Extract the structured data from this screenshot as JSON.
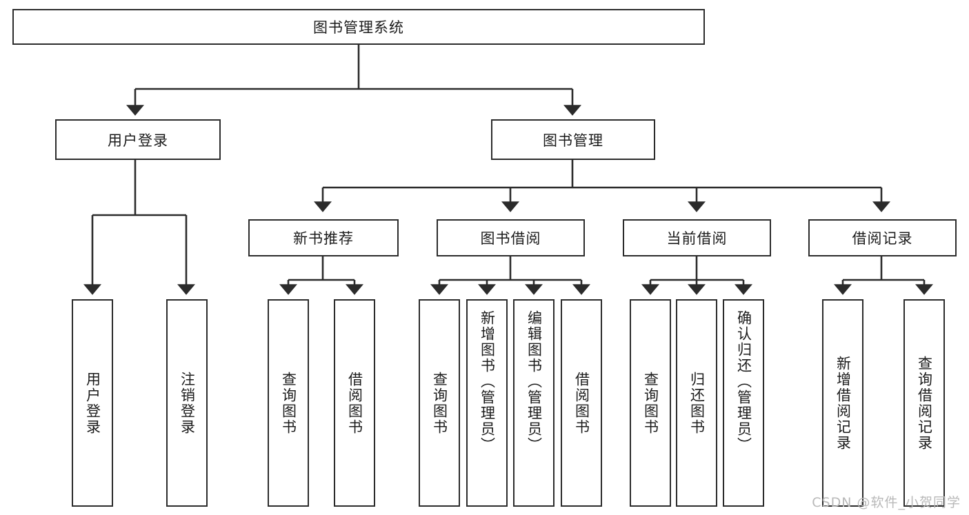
{
  "diagram": {
    "type": "tree-hierarchy",
    "title": "图书管理系统",
    "root": {
      "label": "图书管理系统"
    },
    "level2": [
      {
        "label": "用户登录"
      },
      {
        "label": "图书管理"
      }
    ],
    "level3": [
      {
        "label": "新书推荐"
      },
      {
        "label": "图书借阅"
      },
      {
        "label": "当前借阅"
      },
      {
        "label": "借阅记录"
      }
    ],
    "leaves": {
      "user_login": [
        {
          "label": "用户登录"
        },
        {
          "label": "注销登录"
        }
      ],
      "new_book_recommend": [
        {
          "label": "查询图书"
        },
        {
          "label": "借阅图书"
        }
      ],
      "book_borrow": [
        {
          "label": "查询图书"
        },
        {
          "label": "新增图书（管理员）"
        },
        {
          "label": "编辑图书（管理员）"
        },
        {
          "label": "借阅图书"
        }
      ],
      "current_borrow": [
        {
          "label": "查询图书"
        },
        {
          "label": "归还图书"
        },
        {
          "label": "确认归还（管理员）"
        }
      ],
      "borrow_record": [
        {
          "label": "新增借阅记录"
        },
        {
          "label": "查询借阅记录"
        }
      ]
    },
    "watermark": "CSDN @软件_小贺同学",
    "colors": {
      "stroke": "#2b2b2b",
      "background": "#ffffff",
      "text": "#1b1b1b",
      "watermark": "#b9b9b9"
    }
  }
}
